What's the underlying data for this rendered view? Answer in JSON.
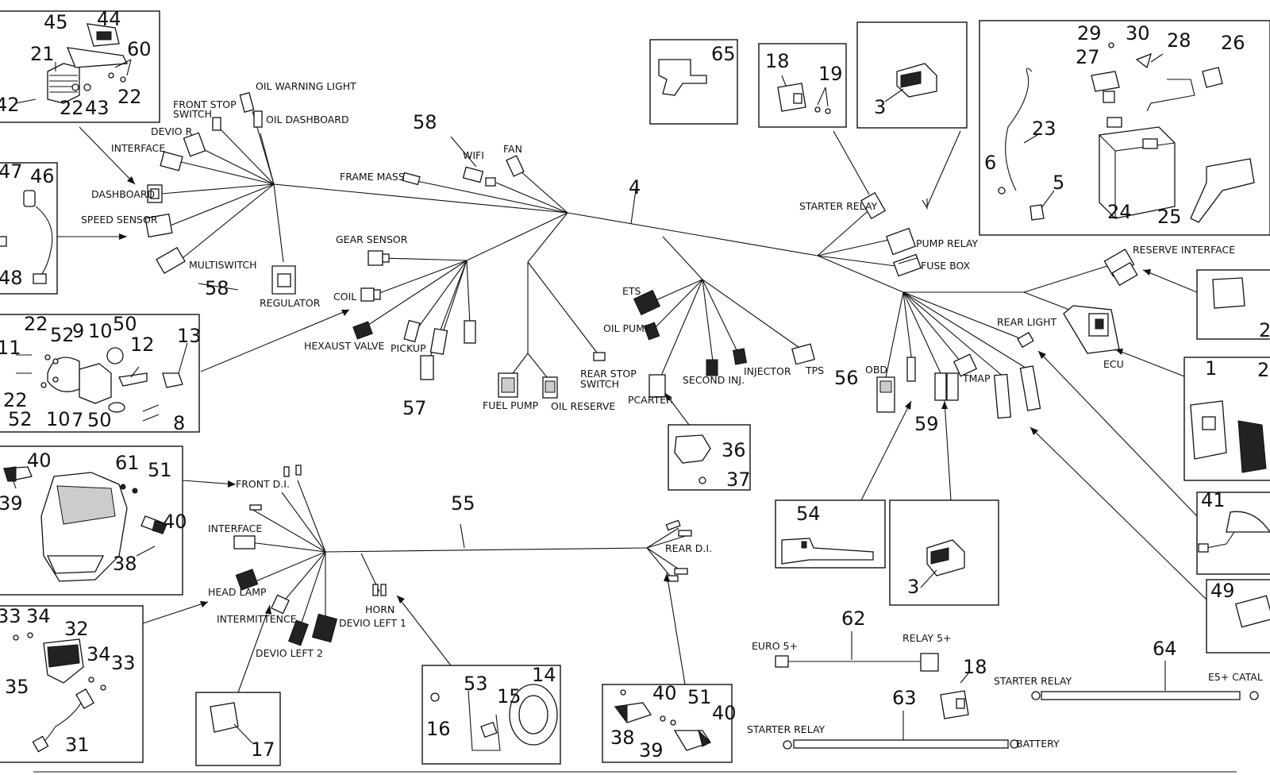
{
  "labels": {
    "oil_warning_light": "OIL WARNING LIGHT",
    "front_stop_switch_1": "FRONT STOP",
    "front_stop_switch_2": "SWITCH",
    "oil_dashboard": "OIL DASHBOARD",
    "devio_r": "DEVIO R",
    "interface_top": "INTERFACE",
    "dashboard": "DASHBOARD",
    "speed_sensor": "SPEED SENSOR",
    "multiswitch": "MULTISWITCH",
    "regulator": "REGULATOR",
    "frame_mass": "FRAME MASS",
    "wifi": "WIFI",
    "fan": "FAN",
    "gear_sensor": "GEAR SENSOR",
    "coil": "COIL",
    "hexaust_valve": "HEXAUST VALVE",
    "pickup": "PICKUP",
    "fuel_pump": "FUEL PUMP",
    "oil_reserve": "OIL RESERVE",
    "rear_stop_switch_1": "REAR STOP",
    "rear_stop_switch_2": "SWITCH",
    "ets": "ETS",
    "oil_pump": "OIL PUMP",
    "pcarter": "PCARTER",
    "second_inj": "SECOND INJ.",
    "injector": "INJECTOR",
    "tps": "TPS",
    "starter_relay_top": "STARTER RELAY",
    "pump_relay": "PUMP RELAY",
    "fuse_box": "FUSE BOX",
    "reserve_interface": "RESERVE INTERFACE",
    "rear_light": "REAR LIGHT",
    "ecu": "ECU",
    "obd": "OBD",
    "tmap": "TMAP",
    "front_di": "FRONT D.I.",
    "interface_bottom": "INTERFACE",
    "head_lamp": "HEAD LAMP",
    "intermittence": "INTERMITTENCE",
    "devio_left_2": "DEVIO LEFT 2",
    "horn": "HORN",
    "devio_left_1": "DEVIO LEFT 1",
    "rear_di": "REAR D.I.",
    "euro5": "EURO 5+",
    "relay5": "RELAY 5+",
    "starter_relay_62": "STARTER RELAY",
    "battery": "BATTERY",
    "starter_relay_64": "STARTER RELAY",
    "e5_catal": "E5+ CATAL"
  },
  "numbers": {
    "n45": "45",
    "n44": "44",
    "n21": "21",
    "n60": "60",
    "n42": "42",
    "n22a": "22",
    "n43": "43",
    "n22b": "22",
    "n47": "47",
    "n46": "46",
    "n48": "48",
    "n58a": "58",
    "n22c": "22",
    "n52a": "52",
    "n9": "9",
    "n10a": "10",
    "n50a": "50",
    "n12": "12",
    "n13": "13",
    "n11": "11",
    "n22d": "22",
    "n52b": "52",
    "n10b": "10",
    "n7": "7",
    "n50b": "50",
    "n8": "8",
    "n58b": "58",
    "n4": "4",
    "n57": "57",
    "n65": "65",
    "n18a": "18",
    "n19": "19",
    "n3a": "3",
    "n29": "29",
    "n30": "30",
    "n28": "28",
    "n26": "26",
    "n27": "27",
    "n23": "23",
    "n6": "6",
    "n5": "5",
    "n24": "24",
    "n25": "25",
    "n2a": "2",
    "n1": "1",
    "n2b": "2",
    "n41": "41",
    "n49": "49",
    "n56": "56",
    "n59": "59",
    "n54": "54",
    "n3b": "3",
    "n36": "36",
    "n37": "37",
    "n40a": "40",
    "n39a": "39",
    "n61": "61",
    "n51a": "51",
    "n40b": "40",
    "n38a": "38",
    "n33a": "33",
    "n34a": "34",
    "n32": "32",
    "n34b": "34",
    "n33b": "33",
    "n35": "35",
    "n31": "31",
    "n55": "55",
    "n17": "17",
    "n53": "53",
    "n14": "14",
    "n15": "15",
    "n16": "16",
    "n40c": "40",
    "n51b": "51",
    "n40d": "40",
    "n38b": "38",
    "n39b": "39",
    "n62": "62",
    "n18b": "18",
    "n63": "63",
    "n64": "64"
  }
}
